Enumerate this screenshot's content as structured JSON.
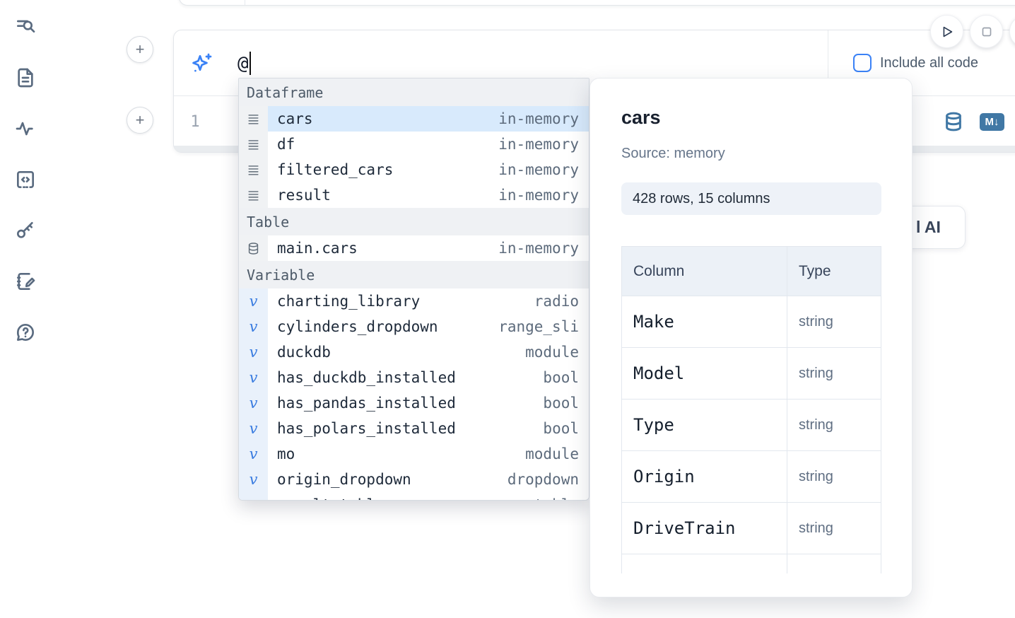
{
  "sidebar": {
    "icons": [
      {
        "name": "table-of-contents-search-icon"
      },
      {
        "name": "file-document-icon"
      },
      {
        "name": "activity-icon"
      },
      {
        "name": "code-snippet-icon"
      },
      {
        "name": "key-icon"
      },
      {
        "name": "scratchpad-icon"
      },
      {
        "name": "help-chat-icon"
      }
    ]
  },
  "add_cell_buttons": {
    "plus_label": "+"
  },
  "cell": {
    "ai_input_value": "@",
    "include_all_code_label": "Include all code",
    "line_number": "1",
    "markdown_badge_label": "M↓"
  },
  "ai_generate_button": {
    "visible_label": "l AI"
  },
  "completion": {
    "sections": [
      {
        "label": "Dataframe",
        "kind": "dataframe",
        "items": [
          {
            "name": "cars",
            "type": "in-memory",
            "selected": true
          },
          {
            "name": "df",
            "type": "in-memory"
          },
          {
            "name": "filtered_cars",
            "type": "in-memory"
          },
          {
            "name": "result",
            "type": "in-memory"
          }
        ]
      },
      {
        "label": "Table",
        "kind": "table",
        "items": [
          {
            "name": "main.cars",
            "type": "in-memory"
          }
        ]
      },
      {
        "label": "Variable",
        "kind": "variable",
        "items": [
          {
            "name": "charting_library",
            "type": "radio"
          },
          {
            "name": "cylinders_dropdown",
            "type": "range_sli"
          },
          {
            "name": "duckdb",
            "type": "module"
          },
          {
            "name": "has_duckdb_installed",
            "type": "bool"
          },
          {
            "name": "has_pandas_installed",
            "type": "bool"
          },
          {
            "name": "has_polars_installed",
            "type": "bool"
          },
          {
            "name": "mo",
            "type": "module"
          },
          {
            "name": "origin_dropdown",
            "type": "dropdown"
          },
          {
            "name": "result_table",
            "type": "table",
            "clipped": true
          }
        ]
      }
    ]
  },
  "detail_panel": {
    "title": "cars",
    "source": "Source: memory",
    "shape_badge": "428 rows, 15 columns",
    "table": {
      "headers": [
        "Column",
        "Type"
      ],
      "rows": [
        {
          "column": "Make",
          "type": "string"
        },
        {
          "column": "Model",
          "type": "string"
        },
        {
          "column": "Type",
          "type": "string"
        },
        {
          "column": "Origin",
          "type": "string"
        },
        {
          "column": "DriveTrain",
          "type": "string"
        }
      ],
      "partial_row": true
    }
  },
  "colors": {
    "accent_blue": "#3b82f6",
    "steel_blue": "#4178a5",
    "selected_row": "#d8eafc",
    "section_header_bg": "#eff1f4",
    "badge_bg": "#eef2f8",
    "table_header_bg": "#ecf1f7"
  }
}
